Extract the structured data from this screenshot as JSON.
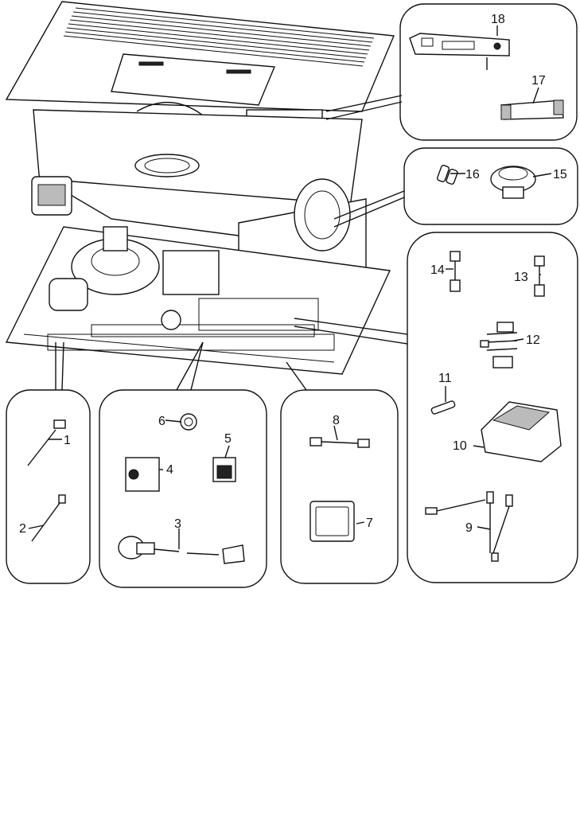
{
  "diagram": {
    "callouts": [
      {
        "id": "c1",
        "text": "1"
      },
      {
        "id": "c2",
        "text": "2"
      },
      {
        "id": "c3",
        "text": "3"
      },
      {
        "id": "c4",
        "text": "4"
      },
      {
        "id": "c5",
        "text": "5"
      },
      {
        "id": "c6",
        "text": "6"
      },
      {
        "id": "c7",
        "text": "7"
      },
      {
        "id": "c8",
        "text": "8"
      },
      {
        "id": "c9",
        "text": "9"
      },
      {
        "id": "c10",
        "text": "10"
      },
      {
        "id": "c11",
        "text": "11"
      },
      {
        "id": "c12",
        "text": "12"
      },
      {
        "id": "c13",
        "text": "13"
      },
      {
        "id": "c14",
        "text": "14"
      },
      {
        "id": "c15",
        "text": "15"
      },
      {
        "id": "c16",
        "text": "16"
      },
      {
        "id": "c17",
        "text": "17"
      },
      {
        "id": "c18",
        "text": "18"
      }
    ],
    "colors": {
      "line": "#111111",
      "background": "#ffffff",
      "shade": "#222222"
    }
  }
}
